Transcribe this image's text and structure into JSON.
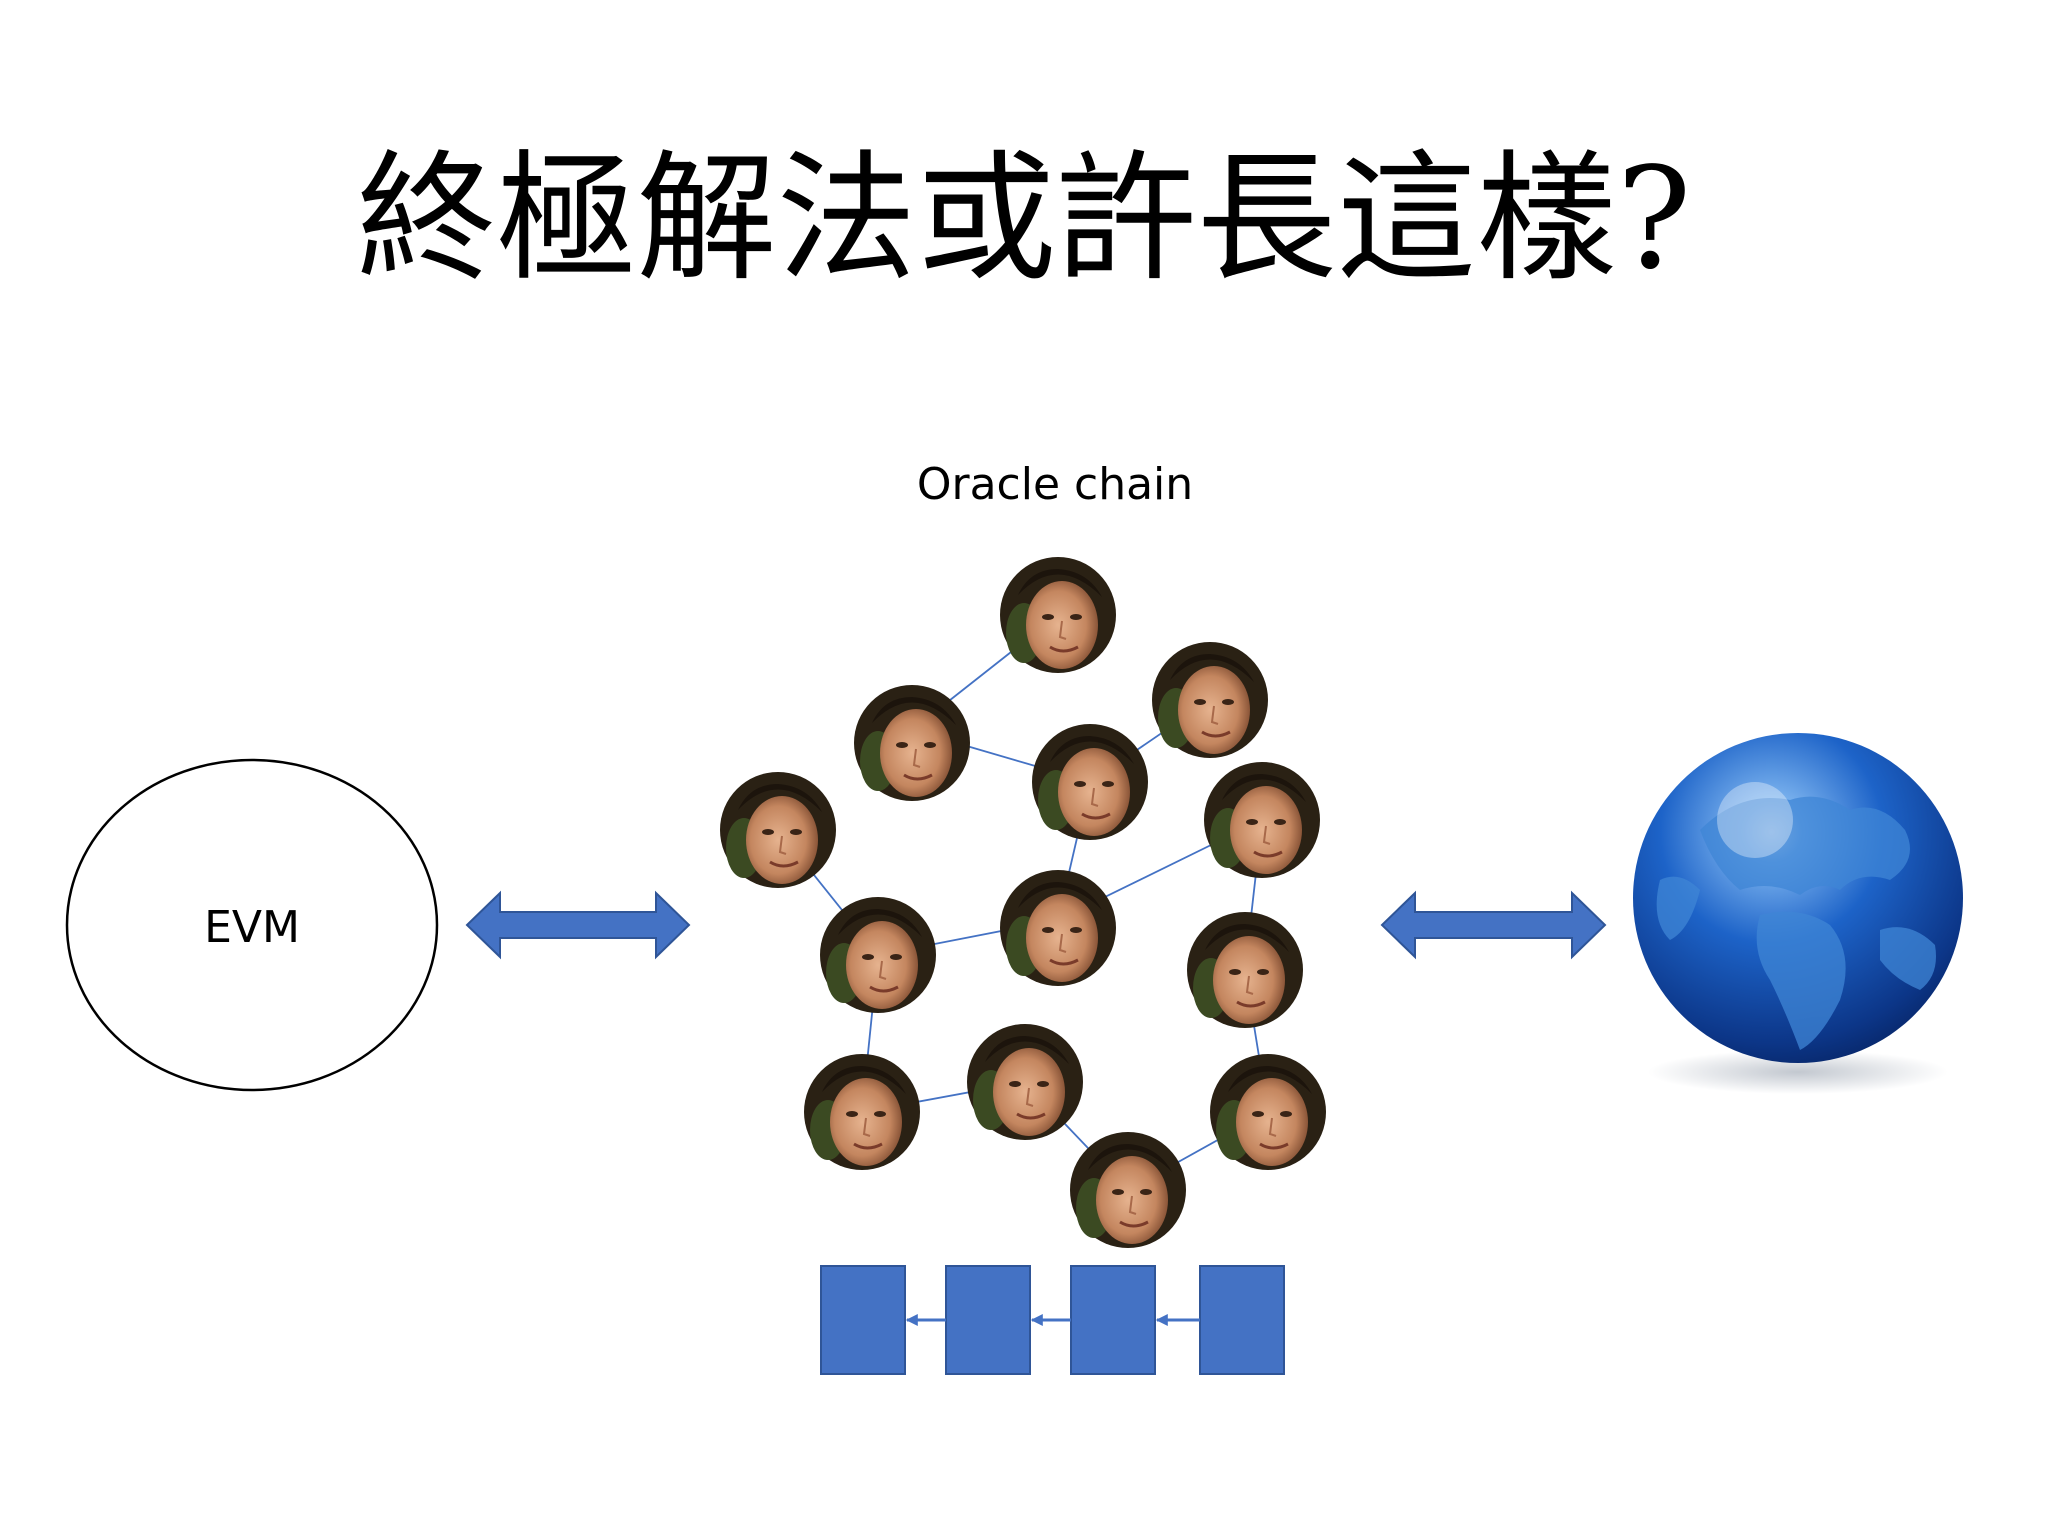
{
  "slide": {
    "title": "終極解法或許長這樣?",
    "oracle_label": "Oracle chain",
    "evm_label": "EVM"
  },
  "icons": {
    "nodes": "person-face-icon",
    "world": "globe-icon",
    "blocks": "blockchain-block"
  },
  "colors": {
    "arrow": "#4472c4",
    "block": "#4472c4",
    "link": "#4472c4",
    "globe": "#1a5bbf",
    "land": "#3f86d6"
  }
}
